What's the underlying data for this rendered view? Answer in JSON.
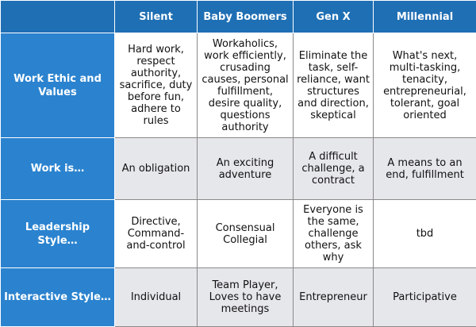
{
  "table": {
    "corner": "",
    "columns": [
      "Silent",
      "Baby Boomers",
      "Gen X",
      "Millennial"
    ],
    "rows": [
      {
        "label": "Work Ethic and Values",
        "cells": [
          "Hard work, respect authority, sacrifice, duty before fun, adhere to rules",
          "Workaholics, work efficiently, crusading causes, personal fulfillment, desire quality, questions authority",
          "Eliminate the task, self-reliance, want structures and direction, skeptical",
          "What's next, multi-tasking, tenacity, entrepreneurial, tolerant, goal oriented"
        ]
      },
      {
        "label": "Work is…",
        "cells": [
          "An obligation",
          "An exciting adventure",
          "A difficult challenge, a contract",
          "A means to an end, fulfillment"
        ]
      },
      {
        "label": "Leadership Style…",
        "cells": [
          "Directive, Command-and-control",
          "Consensual Collegial",
          "Everyone is the same, challenge others, ask why",
          "tbd"
        ]
      },
      {
        "label": "Interactive Style…",
        "cells": [
          "Individual",
          "Team Player, Loves to have meetings",
          "Entrepreneur",
          "Participative"
        ]
      }
    ]
  },
  "colors": {
    "header_bg": "#1f6fb4",
    "row_header_bg": "#2b83cf",
    "alt_row_bg": "#e6e7eb"
  }
}
